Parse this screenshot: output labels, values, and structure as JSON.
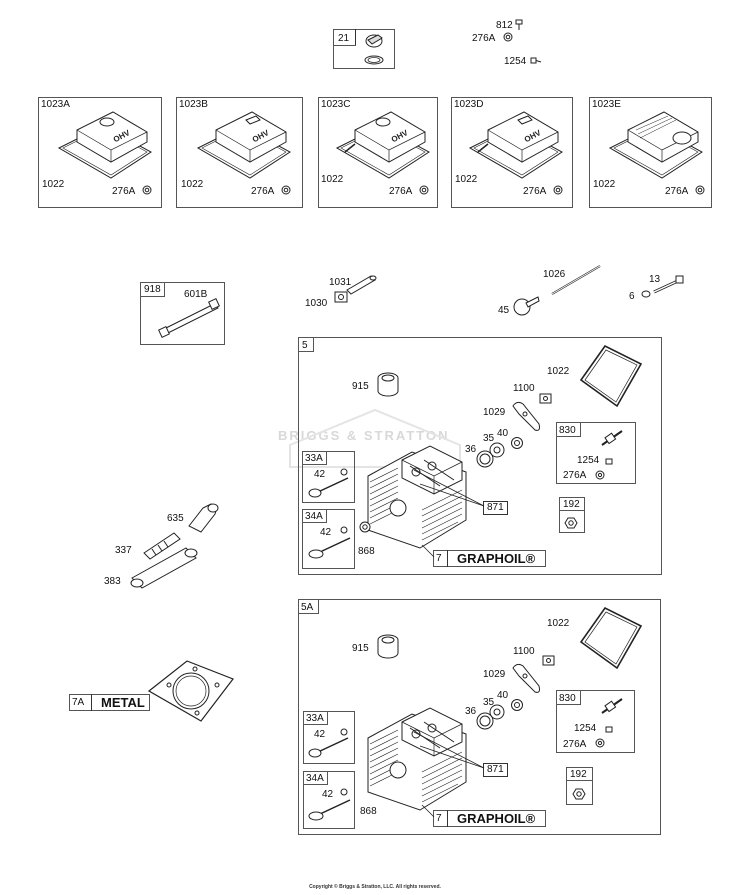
{
  "top": {
    "p21": "21",
    "p812": "812",
    "p276a": "276A",
    "p1254": "1254"
  },
  "covers": [
    {
      "id": "1023A",
      "gasket": "1022",
      "nut": "276A"
    },
    {
      "id": "1023B",
      "gasket": "1022",
      "nut": "276A"
    },
    {
      "id": "1023C",
      "gasket": "1022",
      "nut": "276A"
    },
    {
      "id": "1023D",
      "gasket": "1022",
      "nut": "276A"
    },
    {
      "id": "1023E",
      "gasket": "1022",
      "nut": "276A"
    }
  ],
  "cover_logo": "OHV",
  "mid": {
    "p918": "918",
    "p601b": "601B",
    "p1031": "1031",
    "p1030": "1030",
    "p1026": "1026",
    "p45": "45",
    "p13": "13",
    "p6": "6"
  },
  "head5": {
    "box_id": "5",
    "p915": "915",
    "p1022": "1022",
    "p1100": "1100",
    "p1029": "1029",
    "p35": "35",
    "p40": "40",
    "p36": "36",
    "p830": "830",
    "p1254": "1254",
    "p276a": "276A",
    "p33a": "33A",
    "p42a": "42",
    "p34a": "34A",
    "p42b": "42",
    "p871": "871",
    "p192": "192",
    "p868": "868",
    "p7": "7",
    "graphoil": "GRAPHOIL®"
  },
  "left": {
    "p635": "635",
    "p337": "337",
    "p383": "383",
    "p7a": "7A",
    "metal": "METAL"
  },
  "head5a": {
    "box_id": "5A",
    "p915": "915",
    "p1022": "1022",
    "p1100": "1100",
    "p1029": "1029",
    "p35": "35",
    "p40": "40",
    "p36": "36",
    "p830": "830",
    "p1254": "1254",
    "p276a": "276A",
    "p33a": "33A",
    "p42a": "42",
    "p34a": "34A",
    "p42b": "42",
    "p871": "871",
    "p192": "192",
    "p868": "868",
    "p7": "7",
    "graphoil": "GRAPHOIL®"
  },
  "watermark": "BRIGGS & STRATTON",
  "copyright": "Copyright © Briggs & Stratton, LLC. All rights reserved."
}
